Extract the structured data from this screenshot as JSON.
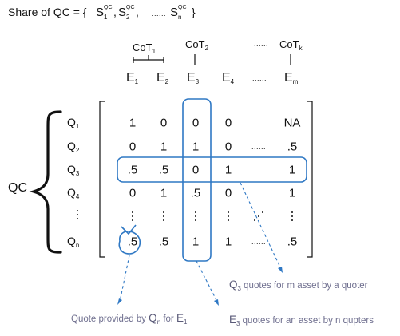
{
  "title": {
    "text": "Share of QC = {",
    "s_letter": "S",
    "sup": "QC",
    "subs": [
      "1",
      "2",
      "n"
    ],
    "comma": ",",
    "ellipsis": "......",
    "close": "}"
  },
  "cot_labels": [
    {
      "base": "CoT",
      "sub": "1"
    },
    {
      "base": "CoT",
      "sub": "2"
    },
    {
      "base": "CoT",
      "sub": "k"
    }
  ],
  "header_dots": "......",
  "columns": [
    {
      "base": "E",
      "sub": "1"
    },
    {
      "base": "E",
      "sub": "2"
    },
    {
      "base": "E",
      "sub": "3"
    },
    {
      "base": "E",
      "sub": "4"
    },
    {
      "base": "......",
      "sub": ""
    },
    {
      "base": "E",
      "sub": "m"
    }
  ],
  "rows": [
    {
      "base": "Q",
      "sub": "1"
    },
    {
      "base": "Q",
      "sub": "2"
    },
    {
      "base": "Q",
      "sub": "3"
    },
    {
      "base": "Q",
      "sub": "4"
    },
    {
      "base": "⋮",
      "sub": ""
    },
    {
      "base": "Q",
      "sub": "n"
    }
  ],
  "qc_label": "QC",
  "matrix": [
    [
      "1",
      "0",
      "0",
      "0",
      "......",
      "NA"
    ],
    [
      "0",
      "1",
      "1",
      "0",
      "......",
      ".5"
    ],
    [
      ".5",
      ".5",
      "0",
      "1",
      "......",
      "1"
    ],
    [
      "0",
      "1",
      ".5",
      "0",
      "",
      "1"
    ],
    [
      "⋮",
      "⋮",
      "⋮",
      "⋮",
      "⋰",
      "⋮"
    ],
    [
      ".5",
      ".5",
      "1",
      "1",
      "......",
      ".5"
    ]
  ],
  "annotations": {
    "quote": {
      "pre": "Quote provided by ",
      "q": "Q",
      "q_sub": "n",
      "mid": " for ",
      "e": "E",
      "e_sub": "1"
    },
    "row": {
      "q": "Q",
      "q_sub": "3",
      "text": " quotes for m asset by a quoter"
    },
    "col": {
      "e": "E",
      "e_sub": "3",
      "text": " quotes for an asset by n qupters"
    }
  },
  "colors": {
    "highlight": "#2f78c4",
    "annotation_text": "#6f6f8f",
    "text": "#111111"
  }
}
